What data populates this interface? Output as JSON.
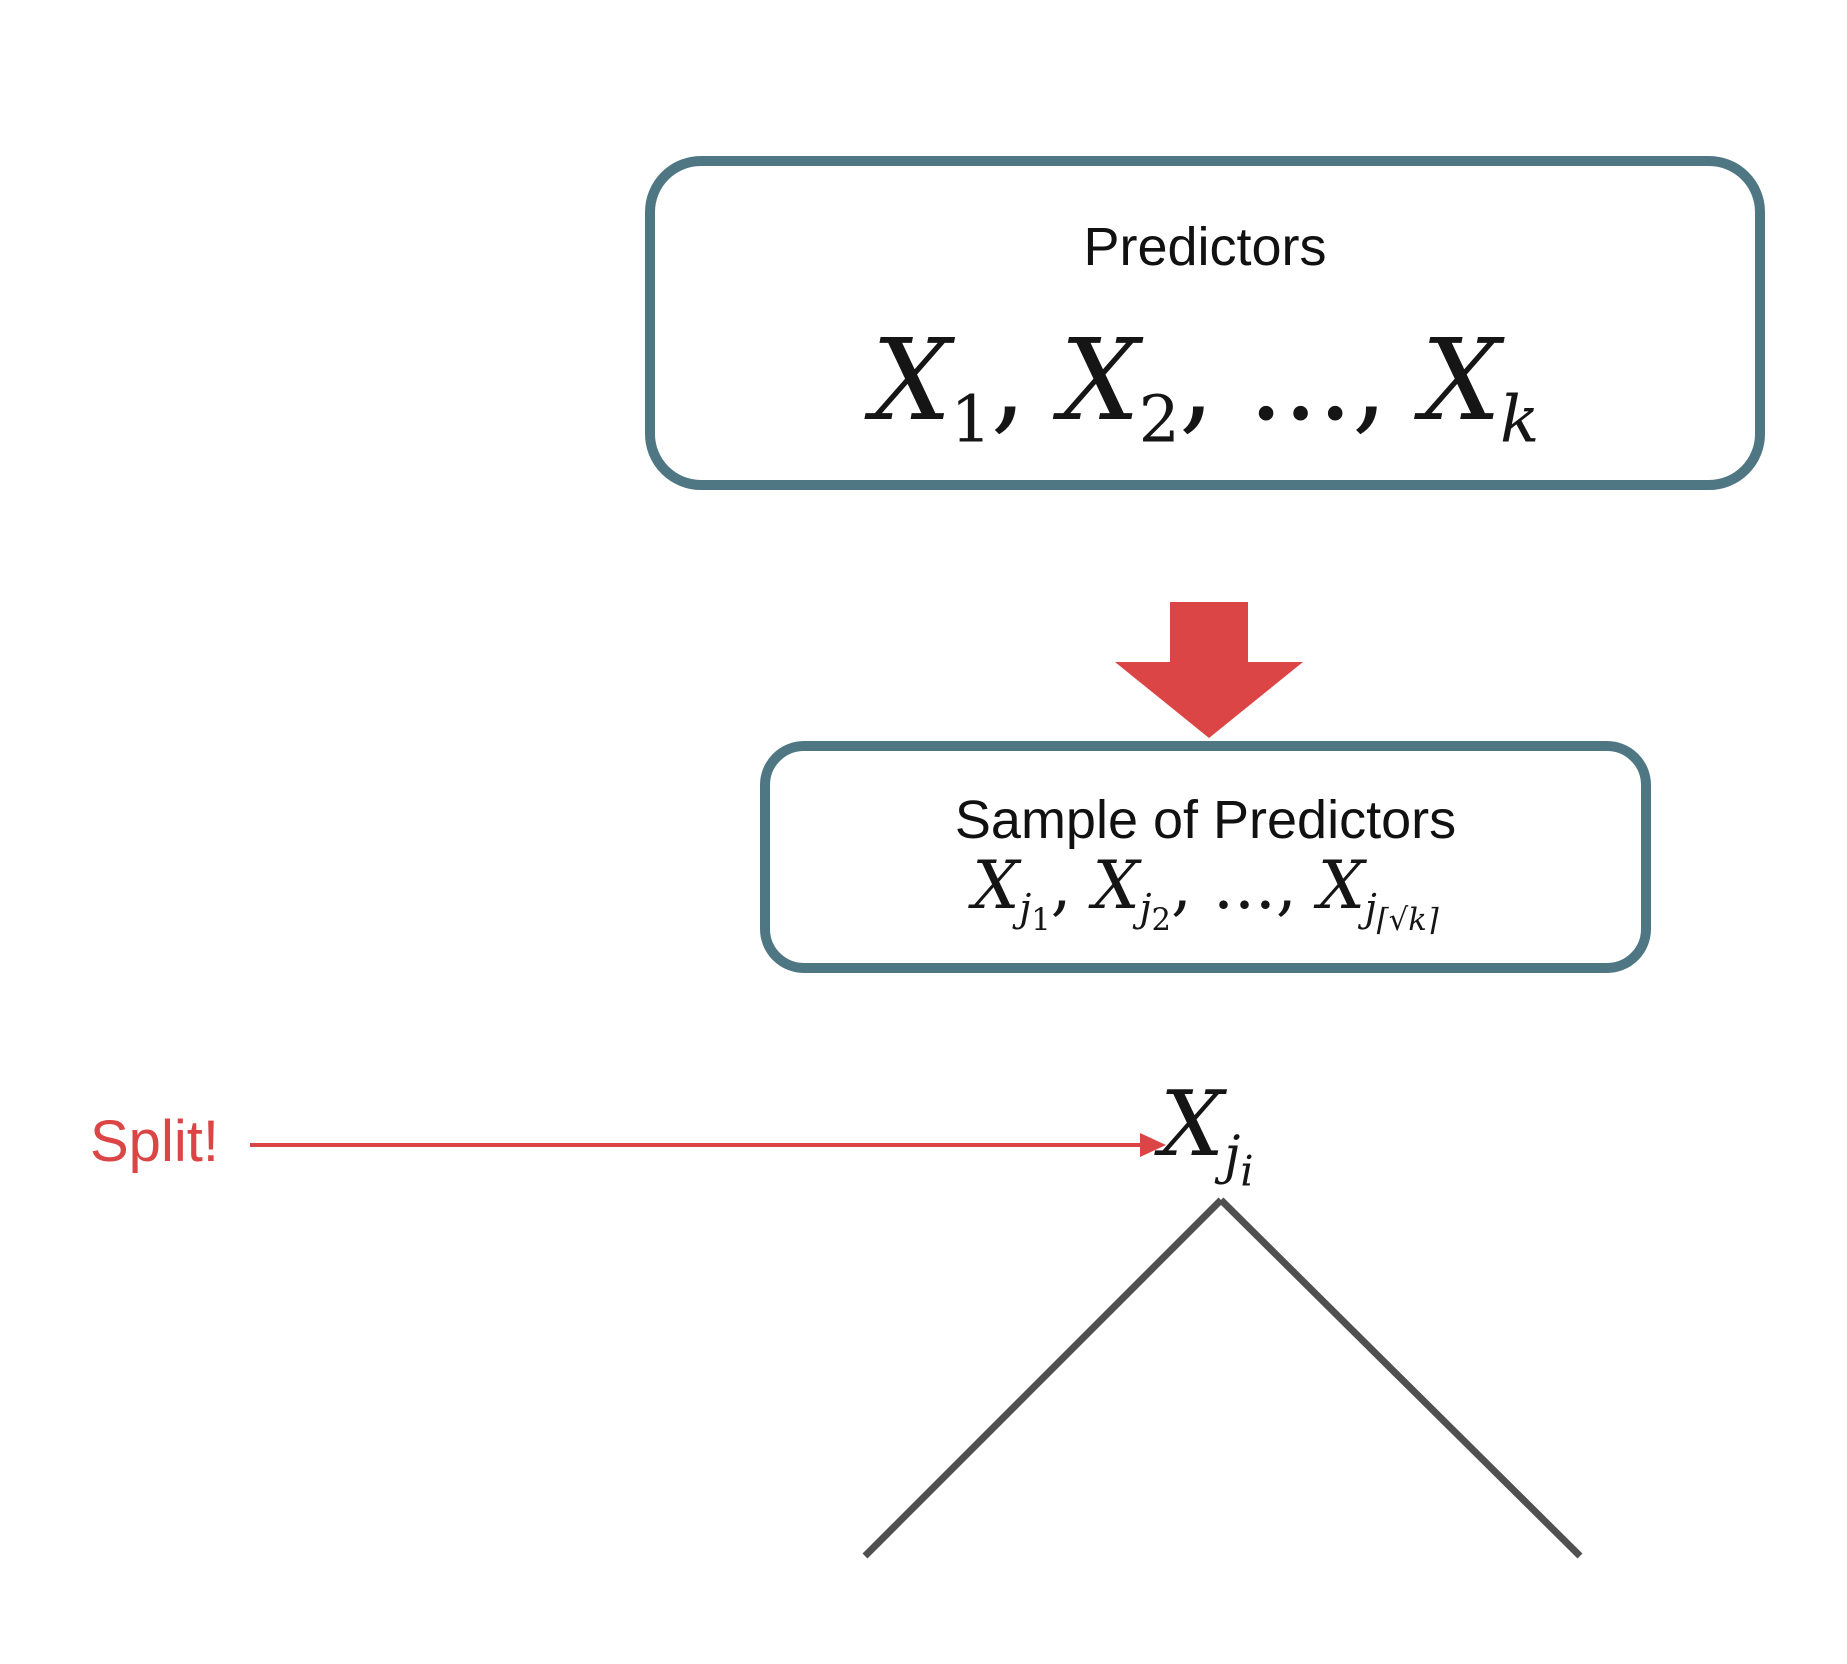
{
  "boxes": {
    "all_predictors": {
      "title": "Predictors",
      "formula": {
        "var": "X",
        "sub1": "1",
        "sub2": "2",
        "subk": "k",
        "sep": ", ",
        "dots": "...,"
      }
    },
    "sample": {
      "title": "Sample of Predictors",
      "formula": {
        "var": "X",
        "j": "j",
        "sub1": "1",
        "sub2": "2",
        "sep": ", ",
        "dots": "...,",
        "ceil": "⌈√k⌉"
      }
    }
  },
  "split": {
    "label": "Split!",
    "node": {
      "var": "X",
      "j": "j",
      "i": "i"
    }
  },
  "colors": {
    "box_border": "#4f7783",
    "arrow": "#dc4545",
    "tree": "#505050",
    "label": "#dc4545"
  }
}
